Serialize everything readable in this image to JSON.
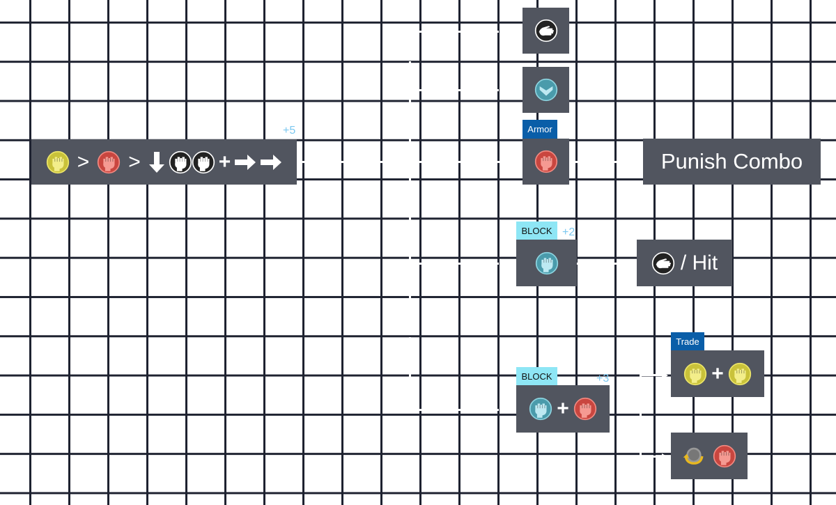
{
  "colors": {
    "node_bg": "#51555f",
    "grid": "#1e2230",
    "armor_tag": "#0a5ea8",
    "block_tag": "#8ee6f5",
    "advantage": "#7cc8f0",
    "yellow_fist": "#c9c23a",
    "red_fist": "#c9463f",
    "teal_fist": "#4a9bab",
    "black_fist": "#222222"
  },
  "nodes": {
    "start": {
      "advantage": "+5",
      "sequence": [
        "yellow-fist-icon",
        ">",
        "red-fist-icon",
        ">",
        "down-arrow-icon",
        "black-fist-icon",
        "black-fist-icon",
        "+",
        "right-arrow-icon",
        "right-arrow-icon"
      ],
      "sep1": ">",
      "sep2": ">",
      "plus": "+"
    },
    "grab": {
      "icon": "hand-icon"
    },
    "duck": {
      "icon": "chevron-down-icon"
    },
    "armor": {
      "tag": "Armor",
      "icon": "red-fist-icon"
    },
    "punish": {
      "label": "Punish Combo"
    },
    "block1": {
      "tag": "BLOCK",
      "advantage": "+2",
      "icon": "teal-fist-icon"
    },
    "hit": {
      "label": "/ Hit",
      "icon": "hand-icon"
    },
    "trade": {
      "tag": "Trade",
      "plus": "+",
      "icons": [
        "yellow-fist-icon",
        "yellow-fist-icon"
      ]
    },
    "block2": {
      "tag": "BLOCK",
      "advantage": "+3",
      "plus": "+",
      "icons": [
        "teal-fist-icon",
        "red-fist-icon"
      ]
    },
    "rotate": {
      "icons": [
        "rotate-icon",
        "red-fist-icon"
      ]
    }
  }
}
